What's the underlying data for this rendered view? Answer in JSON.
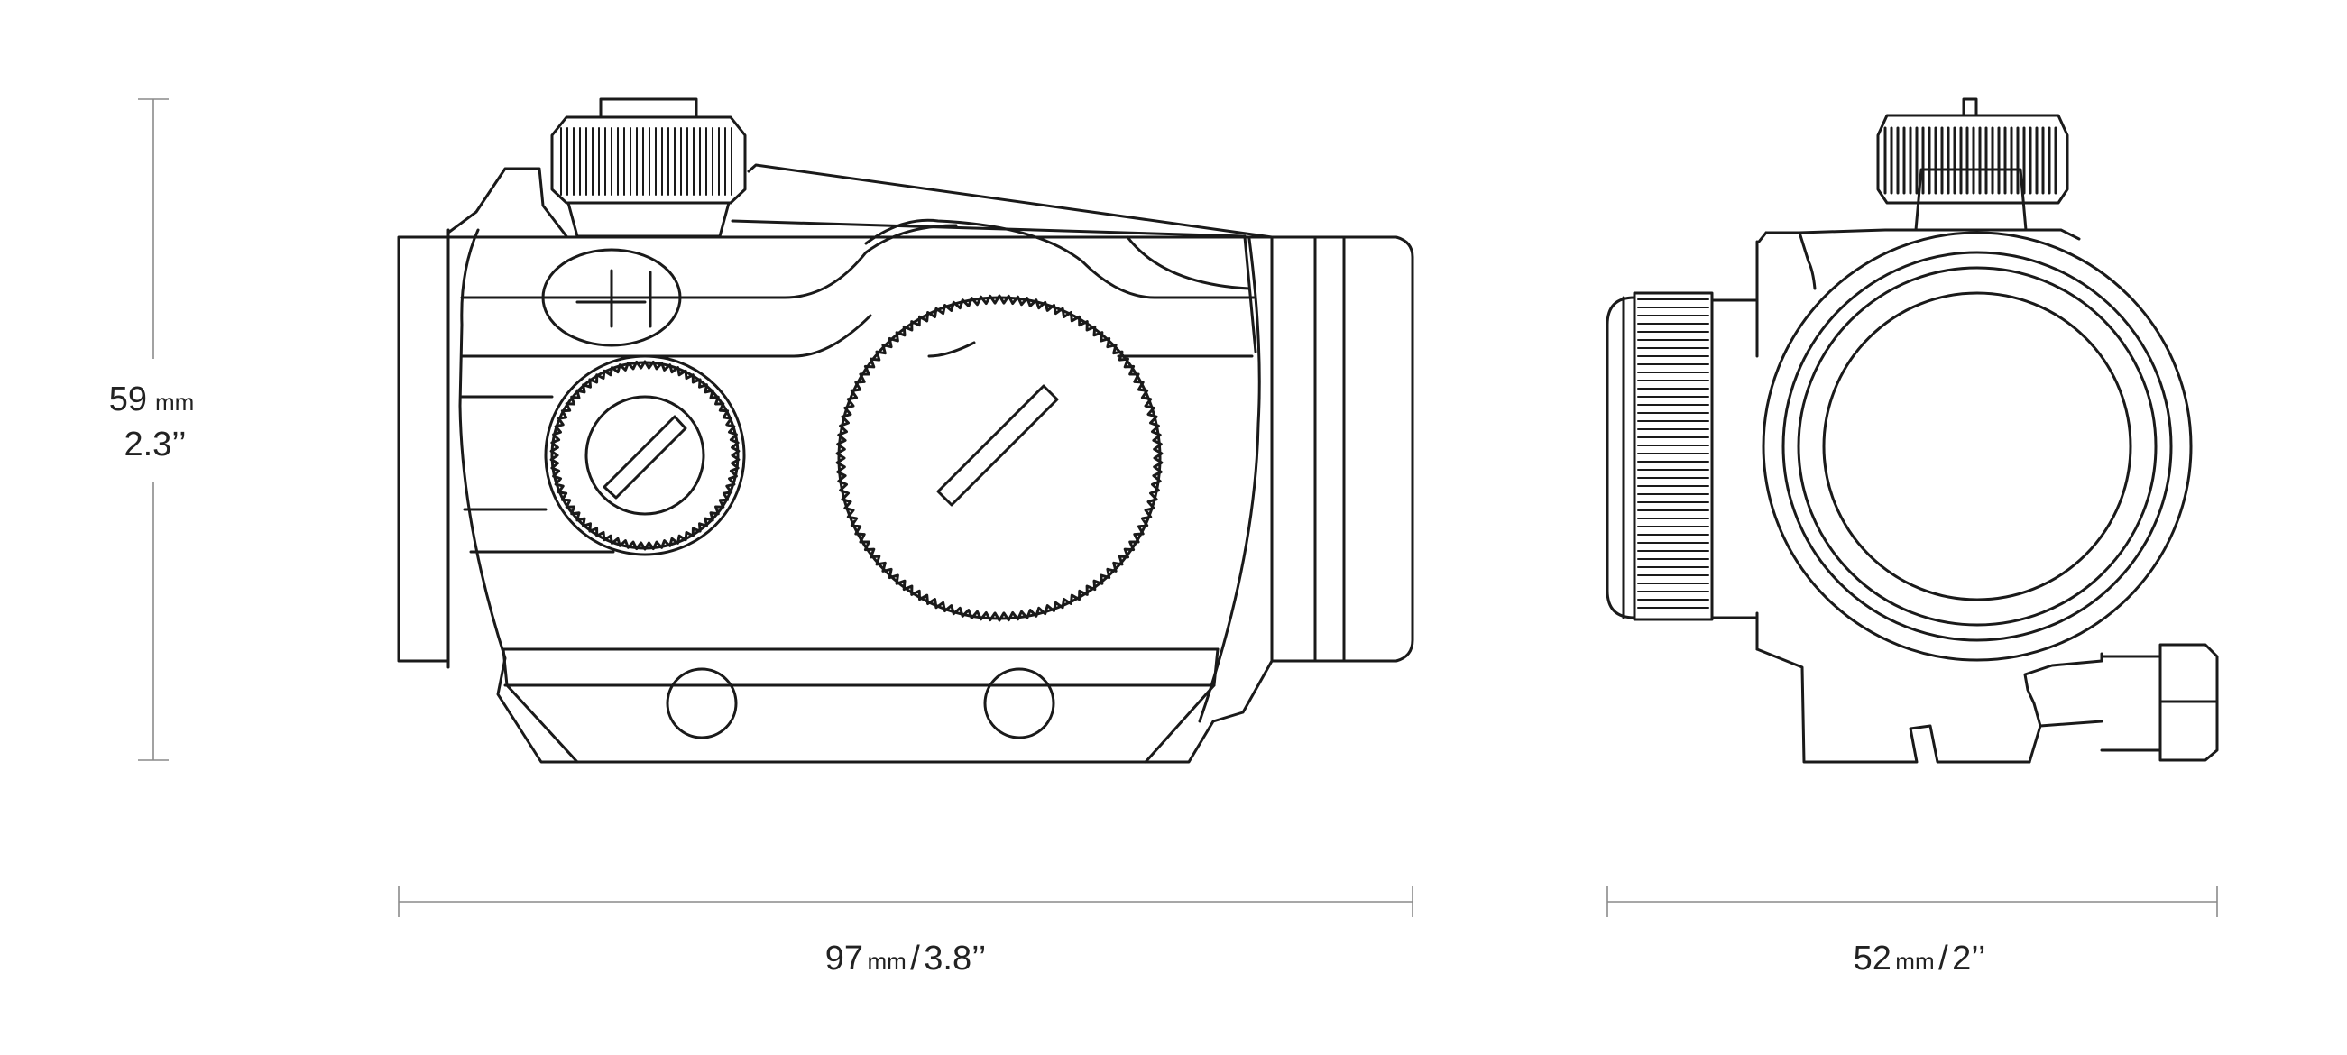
{
  "dimensions": {
    "height": {
      "value": "59",
      "unit": "mm",
      "imperial": "2.3’’"
    },
    "length": {
      "value": "97",
      "unit": "mm",
      "separator": "/",
      "imperial": "3.8’’"
    },
    "width": {
      "value": "52",
      "unit": "mm",
      "separator": "/",
      "imperial": "2’’"
    }
  },
  "colors": {
    "line": "#1a1a1a",
    "dimension_line": "#8a8a8a",
    "background": "#ffffff"
  },
  "icons": [
    "side-view-drawing",
    "front-view-drawing",
    "reticle-logo-icon"
  ]
}
